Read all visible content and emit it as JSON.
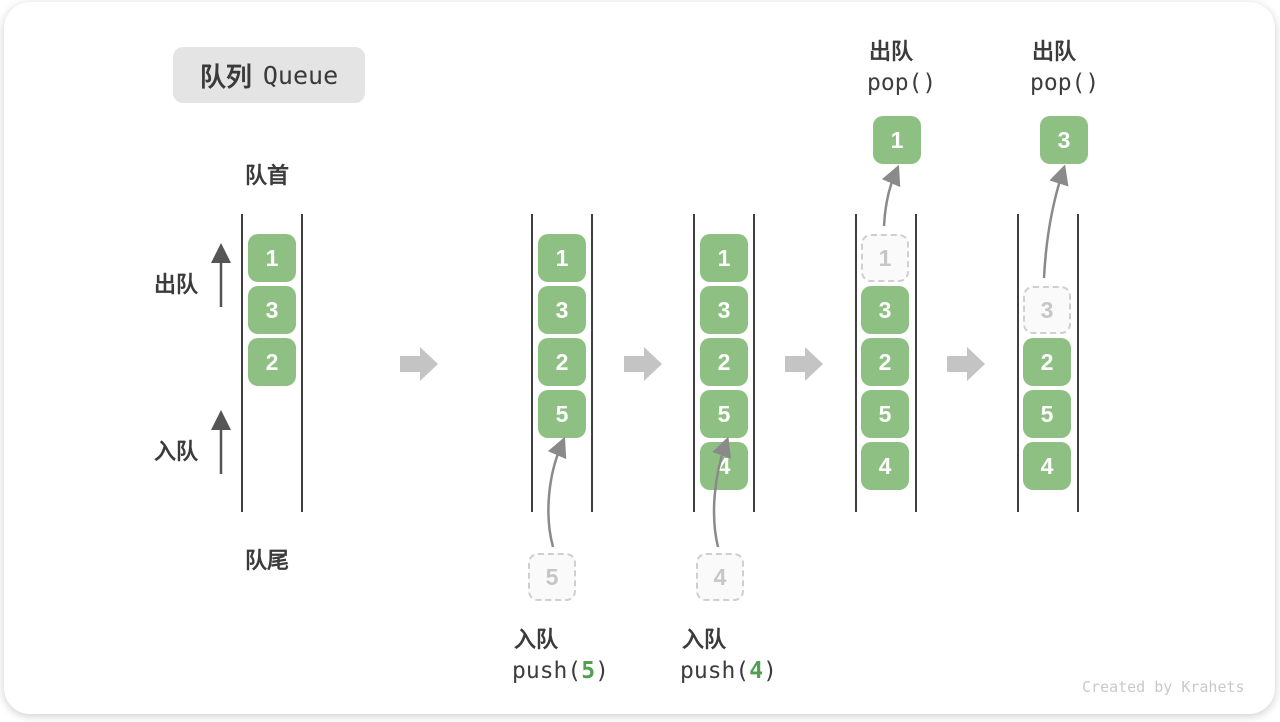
{
  "title": {
    "zh": "队列",
    "en": "Queue"
  },
  "labels": {
    "front": "队首",
    "rear": "队尾",
    "dequeue": "出队",
    "enqueue": "入队"
  },
  "operations": {
    "push5": {
      "name": "入队",
      "call_prefix": "push(",
      "arg": "5",
      "call_suffix": ")"
    },
    "push4": {
      "name": "入队",
      "call_prefix": "push(",
      "arg": "4",
      "call_suffix": ")"
    },
    "pop1": {
      "name": "出队",
      "call": "pop()"
    },
    "pop2": {
      "name": "出队",
      "call": "pop()"
    }
  },
  "states": [
    {
      "boxes": [
        {
          "value": "1"
        },
        {
          "value": "3"
        },
        {
          "value": "2"
        }
      ]
    },
    {
      "boxes": [
        {
          "value": "1"
        },
        {
          "value": "3"
        },
        {
          "value": "2"
        },
        {
          "value": "5"
        }
      ],
      "incoming": "5"
    },
    {
      "boxes": [
        {
          "value": "1"
        },
        {
          "value": "3"
        },
        {
          "value": "2"
        },
        {
          "value": "5"
        },
        {
          "value": "4"
        }
      ],
      "incoming": "4"
    },
    {
      "ghost": "1",
      "boxes": [
        {
          "value": "3"
        },
        {
          "value": "2"
        },
        {
          "value": "5"
        },
        {
          "value": "4"
        }
      ],
      "popped": "1"
    },
    {
      "ghost": "3",
      "boxes": [
        {
          "value": "2"
        },
        {
          "value": "5"
        },
        {
          "value": "4"
        }
      ],
      "popped": "3"
    }
  ],
  "credit": "Created by Krahets",
  "colors": {
    "box_green": "#8ec084",
    "accent_green": "#51a052",
    "block_arrow_gray": "#c4c4c4",
    "rail_dark": "#3f3f3f",
    "ghost_gray": "#cfcfcf",
    "badge_bg": "#e4e4e4"
  }
}
